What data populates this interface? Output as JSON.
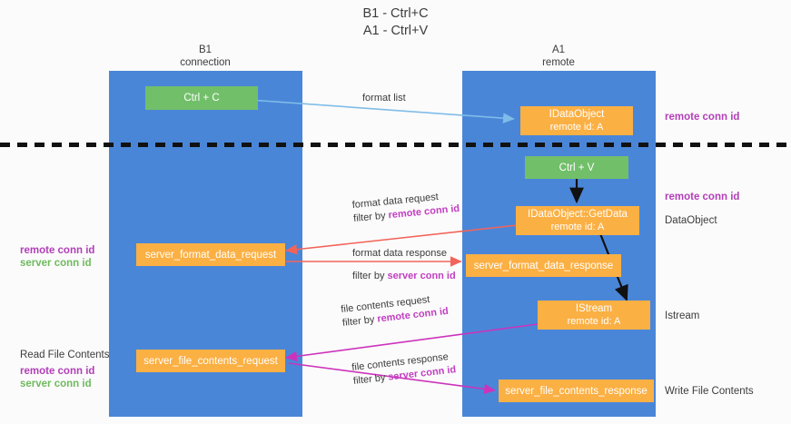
{
  "title": {
    "line1": "B1 - Ctrl+C",
    "line2": "A1 - Ctrl+V"
  },
  "columns": [
    {
      "name": "B1",
      "sub": "connection"
    },
    {
      "name": "A1",
      "sub": "remote"
    }
  ],
  "colors": {
    "lane": "#4a86d8",
    "node_orange": "#fbb044",
    "node_green": "#72bf6a",
    "accent_remote": "#b23fb8",
    "accent_server": "#6fba5e",
    "edge_blue": "#7fbde8",
    "edge_red": "#f2645a",
    "edge_magenta": "#cc33bb",
    "edge_black": "#111111",
    "background": "#fbfbfb"
  },
  "nodes": {
    "ctrl_c": {
      "l1": "Ctrl + C",
      "l2": ""
    },
    "idataobject": {
      "l1": "IDataObject",
      "l2": "remote id: A"
    },
    "ctrl_v": {
      "l1": "Ctrl + V",
      "l2": ""
    },
    "getdata": {
      "l1": "IDataObject::GetData",
      "l2": "remote id: A"
    },
    "fmt_request": {
      "l1": "server_format_data_request",
      "l2": ""
    },
    "fmt_response": {
      "l1": "server_format_data_response",
      "l2": ""
    },
    "istream": {
      "l1": "IStream",
      "l2": "remote id: A"
    },
    "file_request": {
      "l1": "server_file_contents_request",
      "l2": ""
    },
    "file_response": {
      "l1": "server_file_contents_response",
      "l2": ""
    }
  },
  "edge_labels": {
    "format_list": "format list",
    "format_data_request": "format data request",
    "format_data_request_filter_pre": "filter by ",
    "format_data_request_filter_hl": "remote conn id",
    "format_data_response": "format data response",
    "format_data_response_filter_pre": "filter by ",
    "format_data_response_filter_hl": "server conn id",
    "file_contents_request": "file contents request",
    "file_contents_request_filter_pre": "filter by ",
    "file_contents_request_filter_hl": "remote conn id",
    "file_contents_response": "file contents response",
    "file_contents_response_filter_pre": "filter by ",
    "file_contents_response_filter_hl": "server conn id"
  },
  "right_labels": {
    "remote_conn_id_top": "remote conn id",
    "remote_conn_id_mid": "remote conn id",
    "dataobject": "DataObject",
    "istream": "Istream",
    "write_file_contents": "Write File Contents"
  },
  "left_labels": {
    "remote_conn_id": "remote conn id",
    "server_conn_id": "server conn id",
    "read_file_contents": "Read File Contents",
    "remote_conn_id_2": "remote conn id",
    "server_conn_id_2": "server conn id"
  }
}
